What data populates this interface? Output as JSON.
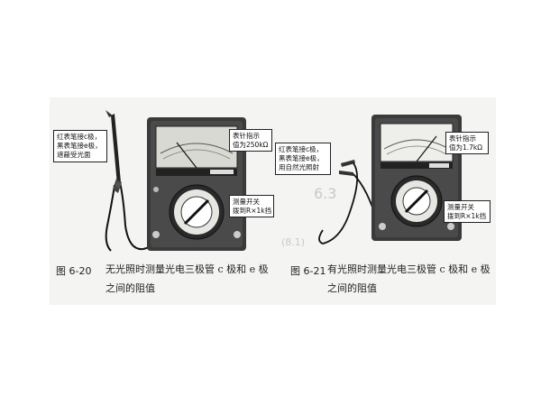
{
  "figures": [
    {
      "number": "图 6-20",
      "caption_line1": "无光照时测量光电三极管 c 极和 e 极",
      "caption_line2": "之间的阻值",
      "callout_probes": [
        "红表笔接c极，",
        "黑表笔接e极，",
        "遮蔽受光面"
      ],
      "callout_needle": [
        "表针指示",
        "值为250kΩ"
      ],
      "callout_switch": [
        "测量开关",
        "拨到R×1k挡"
      ]
    },
    {
      "number": "图 6-21",
      "caption_line1": "有光照时测量光电三极管 c 极和 e 极",
      "caption_line2": "之间的阻值",
      "callout_probes": [
        "红表笔接c极，",
        "黑表笔接e极，",
        "用自然光照射"
      ],
      "callout_needle": [
        "表针指示",
        "值为1.7kΩ"
      ],
      "callout_switch": [
        "测量开关",
        "拨到R×1k挡"
      ]
    }
  ],
  "background_ghost_text": [
    "6.3",
    "(8.1)"
  ]
}
